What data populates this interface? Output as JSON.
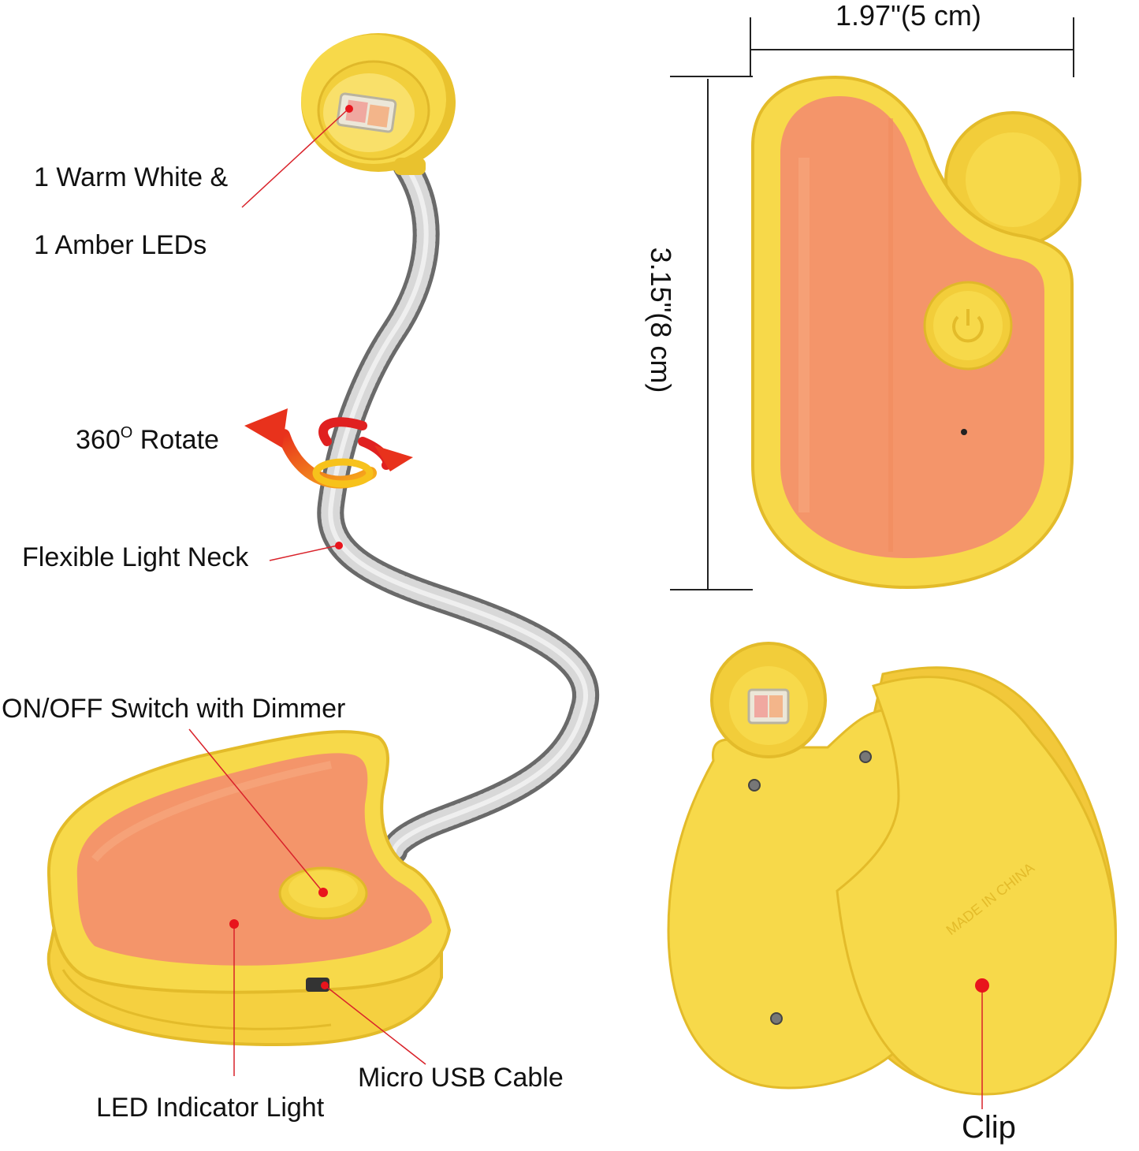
{
  "labels": {
    "warm_white": "1 Warm White &",
    "amber_leds": "1 Amber LEDs",
    "rotate": "360",
    "rotate_sup": "O",
    "rotate_word": "Rotate",
    "neck": "Flexible Light Neck",
    "switch": "ON/OFF Switch with Dimmer",
    "usb": "Micro USB Cable",
    "indicator": "LED Indicator Light",
    "clip": "Clip"
  },
  "dimensions": {
    "width": "1.97\"(5 cm)",
    "height": "3.15\"(8 cm)"
  },
  "product_text": {
    "made_in": "MADE IN CHINA"
  },
  "colors": {
    "yellow": "#f7d94a",
    "yellow_dark": "#e9c22e",
    "orange": "#f4956a",
    "orange_light": "#f7a87f",
    "callout_red": "#d9222a",
    "dot_red": "#e8141c",
    "metal": "#a8a8a8"
  }
}
